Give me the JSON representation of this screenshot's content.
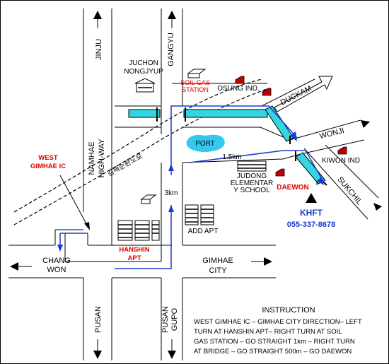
{
  "roads": {
    "jinju": "JINJU",
    "gangyu": "GANGYU",
    "namhae_highway_1": "NAMHAE",
    "namhae_highway_2": "HIGH-WAY",
    "duckam": "DUCKAM",
    "wonji": "WONJI",
    "sukchil": "SUKCHIL",
    "changwon_1": "CHANG",
    "changwon_2": "WON",
    "gimhae_city_1": "GIMHAE",
    "gimhae_city_2": "CITY",
    "pusan_left": "PUSAN",
    "pusan_gupo_1": "PUSAN",
    "pusan_gupo_2": "GUPO",
    "ring_road_korean": "김해순환도로"
  },
  "places": {
    "juchon_1": "JUCHON",
    "juchon_2": "NONGJYUP",
    "soil_gas_1": "SOIL GAS",
    "soil_gas_2": "STATION",
    "osung_ind": "OSUNG IND.",
    "port": "PORT",
    "kiwon_ind": "KIWON IND",
    "judong_1": "JUDONG",
    "judong_2": "ELEMENTAR",
    "judong_3": "Y SCHOOL",
    "daewon": "DAEWON",
    "add_apt": "ADD APT",
    "hanshin_1": "HANSHIN",
    "hanshin_2": "APT",
    "west_gimhae_1": "WEST",
    "west_gimhae_2": "GIMHAE IC"
  },
  "distances": {
    "d_15km": "1.5km",
    "d_3km": "3km"
  },
  "khft": {
    "name": "KHFT",
    "phone": "055-337-8678"
  },
  "instruction": {
    "title": "INSTRUCTION",
    "lines": [
      "WEST GIMHAE IC – GIMHAE CITY DIRECTION– LEFT",
      "TURN AT HANSHIN APT– RIGHT TURN AT SOIL",
      "GAS STATION – GO STRAIGHT 1km – RIGHT TURN",
      "AT BRIDGE – GO STRAIGHT 500m – GO DAEWON"
    ]
  },
  "colors": {
    "route": "#1a3ad0",
    "bridge": "#33d6e0",
    "port": "#35c8ee",
    "place_red": "#e00000"
  }
}
